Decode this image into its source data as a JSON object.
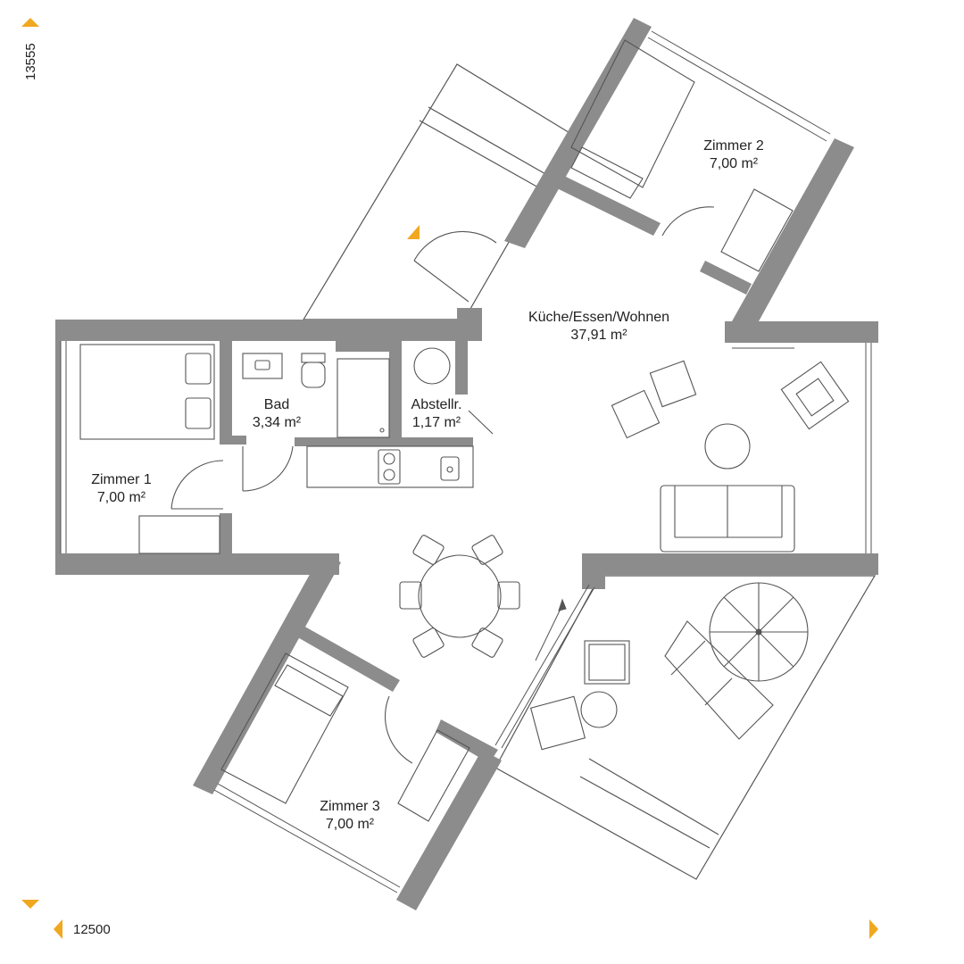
{
  "colors": {
    "wall": "#8c8c8c",
    "line": "#555555",
    "accent": "#f0a820",
    "background": "#ffffff"
  },
  "dimensions": {
    "height_label": "13555",
    "width_label": "12500"
  },
  "rooms": {
    "zimmer1": {
      "name": "Zimmer 1",
      "area": "7,00 m²"
    },
    "zimmer2": {
      "name": "Zimmer 2",
      "area": "7,00 m²"
    },
    "zimmer3": {
      "name": "Zimmer 3",
      "area": "7,00 m²"
    },
    "bad": {
      "name": "Bad",
      "area": "3,34 m²"
    },
    "abstellraum": {
      "name": "Abstellr.",
      "area": "1,17 m²"
    },
    "wohnen": {
      "name": "Küche/Essen/Wohnen",
      "area": "37,91 m²"
    }
  },
  "icons": [
    "entrance-marker-icon",
    "dimension-arrow-icon"
  ]
}
